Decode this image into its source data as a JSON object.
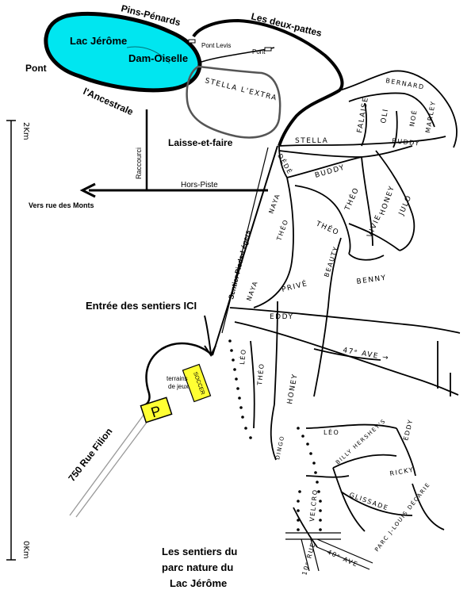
{
  "title": {
    "line1": "Les sentiers du",
    "line2": "parc nature du",
    "line3": "Lac Jérôme"
  },
  "lakes": {
    "lac_jerome": "Lac Jérôme",
    "dam_oiselle": "Dam-Oiselle"
  },
  "labels": {
    "pins_penards": "Pins-Pénards",
    "deux_pattes": "Les deux-pattes",
    "pont_levis": "Pont Levis",
    "pont_small": "Pont",
    "pont": "Pont",
    "ancestrale": "l'Ancestrale",
    "raccourci": "Raccourci",
    "laisse_et_faire": "Laisse-et-faire",
    "hors_piste": "Hors-Piste",
    "vers_rue": "Vers rue des Monts",
    "entree": "Entrée des sentiers ICI",
    "terrains": "terrains",
    "de_jeux": "de jeux",
    "soccer": "SOCCER",
    "parking": "P",
    "rue_filion": "750 Rue Filion",
    "sentier_pieds_legers": "Sentier Pieds-Légers"
  },
  "trails": {
    "stella_lextra": "STELLA L'EXTRA",
    "stella": "STELLA",
    "bernard": "BERNARD",
    "noe": "NOÉ",
    "marley": "MARLEY",
    "oli": "OLI",
    "falaise": "FALAISE",
    "buddy_top": "BUDDY",
    "dede": "DÉDÉ",
    "buddy": "BUDDY",
    "theo_1": "THÉO",
    "honey_1": "HONEY",
    "julo": "JULO",
    "vivie": "VIVIE",
    "naya_1": "NAYA",
    "theo_2": "THÉO",
    "theo_3": "THÉO",
    "beauty": "BEAUTY",
    "benny": "BENNY",
    "prive": "PRIVÉ",
    "naya_2": "NAYA",
    "eddy_1": "EDDY",
    "ave_47": "47ᵉ AVE →",
    "leo_1": "LÉO",
    "theo_4": "THÉO",
    "honey_2": "HONEY",
    "leo_2": "LÉO",
    "billy": "BILLY HERSHEY'S",
    "eddy_2": "EDDY",
    "ricky": "RICKY",
    "dingo": "DINGO",
    "velcro": "VELCRO",
    "glissade": "GLISSADE",
    "decarie": "PARC J-LOUIS DÉCARIE",
    "rue_10": "10ᵉ RUE",
    "ave_40": "40ᵉ AVE"
  },
  "scale": {
    "top": "2Km",
    "bottom": "0Km"
  },
  "colors": {
    "lake": "#00e6f0",
    "sign": "#ffff33",
    "ink": "#111111"
  }
}
